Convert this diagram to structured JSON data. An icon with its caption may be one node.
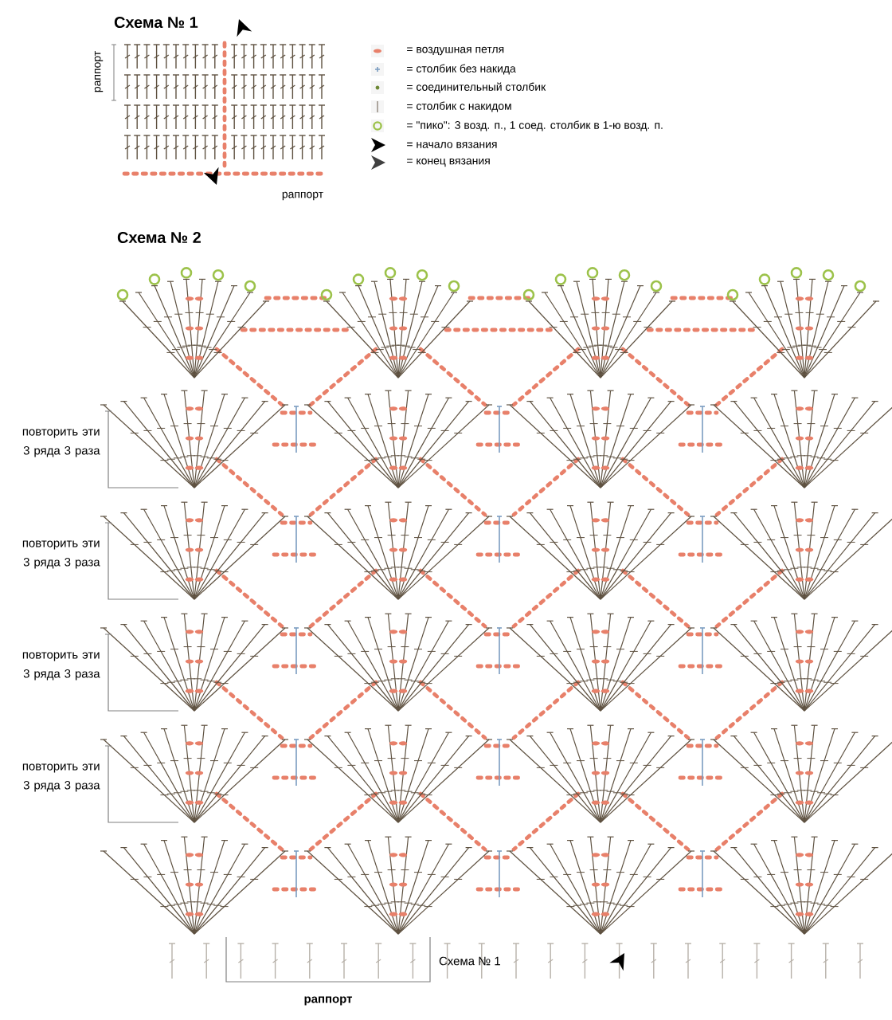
{
  "diagram": {
    "labels": [
      "Схема № 1",
      "раппорт",
      "раппорт",
      "Схема № 2",
      "повторить эти 3 ряда 3 раза",
      "повторить эти 3 ряда 3 раза",
      "повторить эти 3 ряда 3 раза",
      "повторить эти 3 ряда 3 раза",
      "Схема № 1",
      "раппорт"
    ],
    "legend": [
      {
        "text": "= воздушная петля"
      },
      {
        "text": "= столбик без накида"
      },
      {
        "text": "= соединительный столбик"
      },
      {
        "text": "= столбик с накидом"
      },
      {
        "text": "= \"пико\": 3 возд. п., 1 соед. столбик в 1-ю возд. п."
      },
      {
        "text": "= начало вязания"
      },
      {
        "text": "= конец вязания"
      }
    ]
  }
}
